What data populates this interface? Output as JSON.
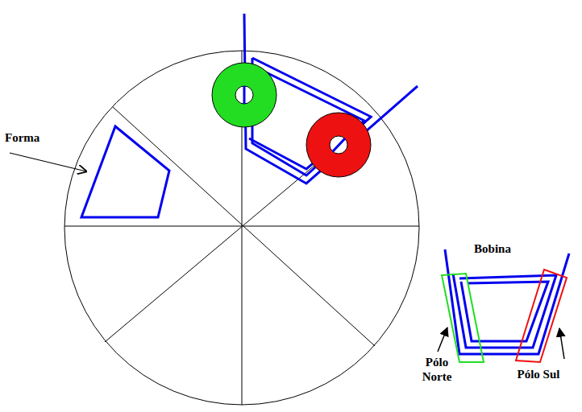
{
  "diagram": {
    "labels": [
      "Forma",
      "Bobina",
      "Pólo Norte",
      "Pólo Sul"
    ]
  }
}
